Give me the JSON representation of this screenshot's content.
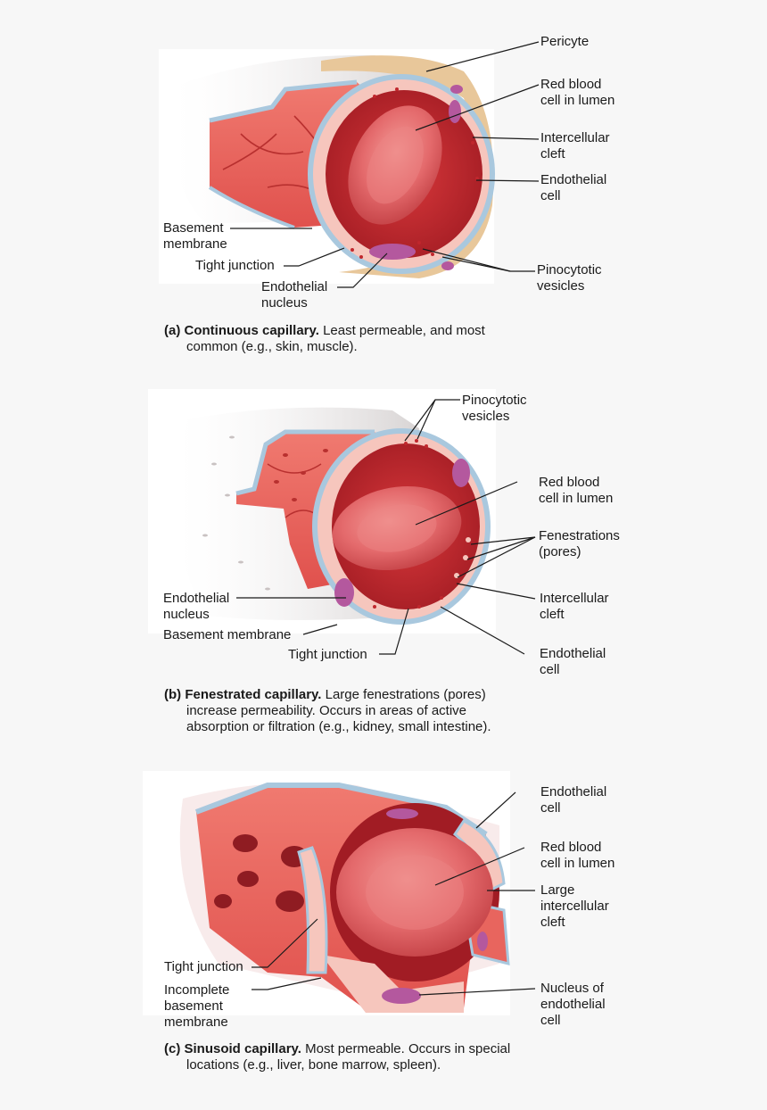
{
  "panel_a": {
    "labels": {
      "pericyte": "Pericyte",
      "rbc": "Red blood\ncell in lumen",
      "cleft": "Intercellular\ncleft",
      "endo_cell": "Endothelial\ncell",
      "basement": "Basement\nmembrane",
      "tight": "Tight junction",
      "nucleus": "Endothelial\nnucleus",
      "vesicles": "Pinocytotic\nvesicles"
    },
    "caption": {
      "prefix": "(a) ",
      "title": "Continuous capillary.",
      "text1": " Least permeable, and most",
      "text2": "common (e.g., skin, muscle)."
    }
  },
  "panel_b": {
    "labels": {
      "vesicles": "Pinocytotic\nvesicles",
      "rbc": "Red blood\ncell in lumen",
      "fenestrations": "Fenestrations\n(pores)",
      "nucleus": "Endothelial\nnucleus",
      "cleft": "Intercellular\ncleft",
      "basement": "Basement membrane",
      "tight": "Tight junction",
      "endo_cell": "Endothelial\ncell"
    },
    "caption": {
      "prefix": "(b) ",
      "title": "Fenestrated capillary.",
      "text1": " Large fenestrations (pores)",
      "text2": "increase permeability. Occurs in areas of active",
      "text3": "absorption or filtration (e.g., kidney, small intestine)."
    }
  },
  "panel_c": {
    "labels": {
      "endo_cell": "Endothelial\ncell",
      "rbc": "Red blood\ncell in lumen",
      "large_cleft": "Large\nintercellular\ncleft",
      "tight": "Tight junction",
      "incomplete": "Incomplete\nbasement\nmembrane",
      "nucleus": "Nucleus of\nendothelial\ncell"
    },
    "caption": {
      "prefix": "(c) ",
      "title": "Sinusoid capillary.",
      "text1": " Most permeable. Occurs in special",
      "text2": "locations (e.g., liver, bone marrow, spleen)."
    }
  },
  "colors": {
    "vessel_red": "#e2534f",
    "lumen_dark": "#c0272d",
    "endothelium_pink": "#f6c6bd",
    "basement_blue": "#a9c8de",
    "pericyte_tan": "#e8c79a",
    "nucleus_purple": "#b4589e",
    "rbc": "#e46a6c"
  }
}
